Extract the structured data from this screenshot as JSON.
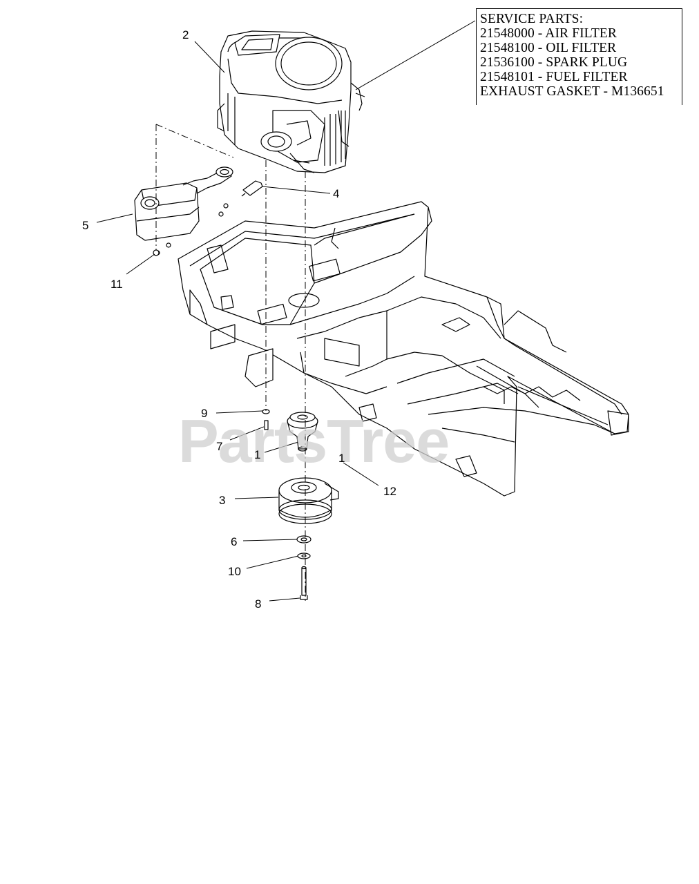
{
  "service_parts": {
    "heading": "SERVICE PARTS:",
    "items": [
      "21548000 - AIR FILTER",
      "21548100 - OIL FILTER",
      "21536100 - SPARK PLUG",
      "21548101 - FUEL FILTER",
      "EXHAUST GASKET - M136651"
    ]
  },
  "callouts": {
    "c2": "2",
    "c4": "4",
    "c5": "5",
    "c11": "11",
    "c9": "9",
    "c7": "7",
    "c1": "1",
    "c1b": "1",
    "c12": "12",
    "c3": "3",
    "c6": "6",
    "c10": "10",
    "c8": "8"
  },
  "watermark": "PartsTree"
}
